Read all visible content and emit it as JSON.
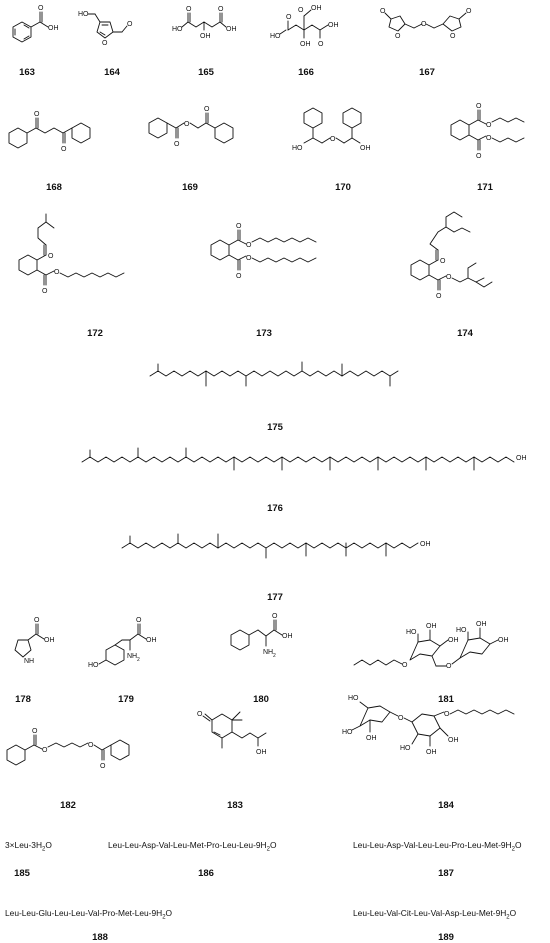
{
  "compounds": [
    {
      "id": "163"
    },
    {
      "id": "164"
    },
    {
      "id": "165"
    },
    {
      "id": "166"
    },
    {
      "id": "167"
    },
    {
      "id": "168"
    },
    {
      "id": "169"
    },
    {
      "id": "170"
    },
    {
      "id": "171"
    },
    {
      "id": "172"
    },
    {
      "id": "173"
    },
    {
      "id": "174"
    },
    {
      "id": "175"
    },
    {
      "id": "176"
    },
    {
      "id": "177"
    },
    {
      "id": "178"
    },
    {
      "id": "179"
    },
    {
      "id": "180"
    },
    {
      "id": "181"
    },
    {
      "id": "182"
    },
    {
      "id": "183"
    },
    {
      "id": "184"
    },
    {
      "id": "185",
      "formula": "3×Leu-3H",
      "water": "O",
      "sub": "2"
    },
    {
      "id": "186",
      "formula": "Leu-Leu-Asp-Val-Leu-Met-Pro-Leu-Leu-9H",
      "water": "O",
      "sub": "2"
    },
    {
      "id": "187",
      "formula": "Leu-Leu-Asp-Val-Leu-Leu-Pro-Leu-Met-9H",
      "water": "O",
      "sub": "2"
    },
    {
      "id": "188",
      "formula": "Leu-Leu-Glu-Leu-Leu-Val-Pro-Met-Leu-9H",
      "water": "O",
      "sub": "2"
    },
    {
      "id": "189",
      "formula": "Leu-Leu-Val-Cit-Leu-Val-Asp-Leu-Met-9H",
      "water": "O",
      "sub": "2"
    }
  ],
  "atom_labels": {
    "OH": "OH",
    "O": "O",
    "HO": "HO",
    "NH": "NH",
    "NH2": "NH",
    "two": "2"
  }
}
